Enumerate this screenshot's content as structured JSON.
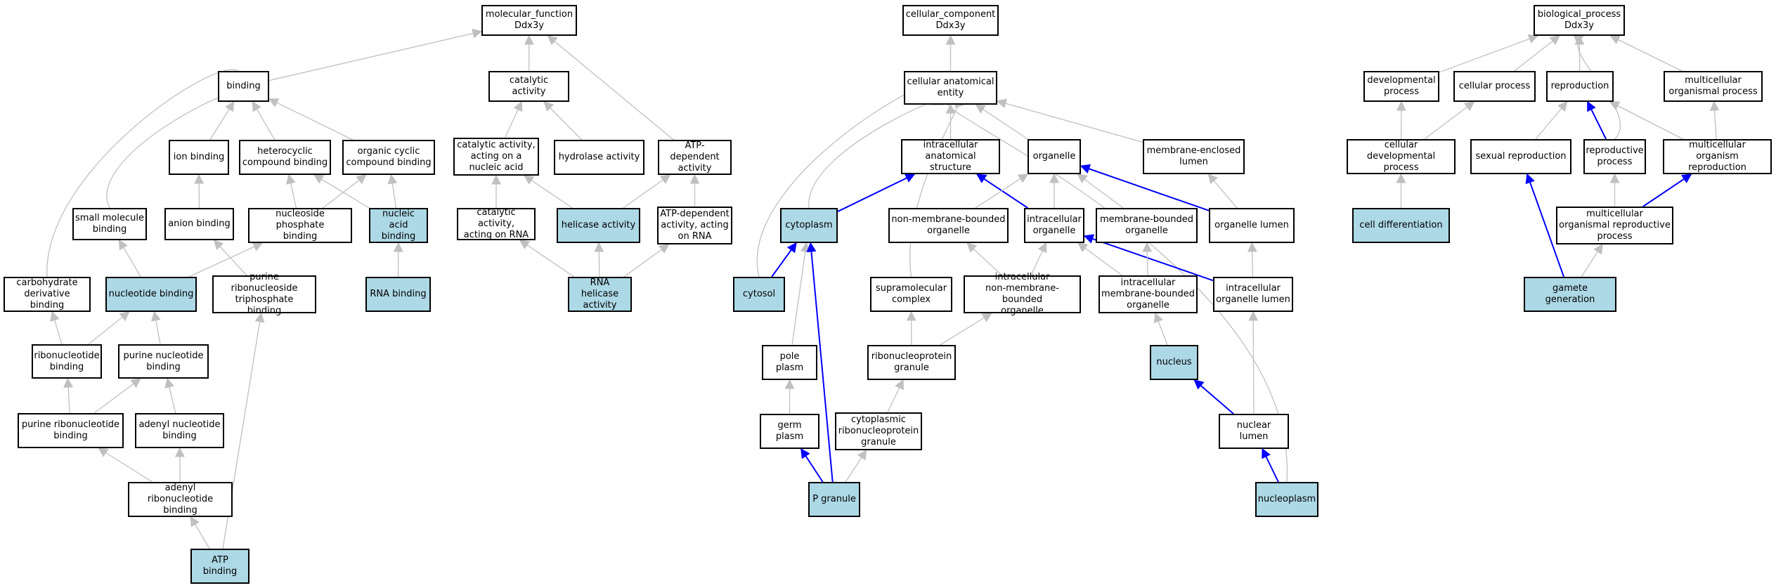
{
  "colors": {
    "highlight": "#add8e6",
    "edge": "#c0c0c0",
    "edge_highlight": "#0000ff",
    "border": "#000000"
  },
  "nodes": {
    "mf_root": "molecular_function\nDdx3y",
    "binding": "binding",
    "catalytic_activity": "catalytic activity",
    "ion_binding": "ion binding",
    "heterocyclic_compound_binding": "heterocyclic\ncompound binding",
    "organic_cyclic_compound_binding": "organic cyclic\ncompound binding",
    "catalytic_nucleic_acid": "catalytic activity,\nacting on a\nnucleic acid",
    "hydrolase_activity": "hydrolase activity",
    "atp_dependent_activity": "ATP-dependent\nactivity",
    "small_molecule_binding": "small molecule\nbinding",
    "anion_binding": "anion binding",
    "nucleoside_phosphate_binding": "nucleoside phosphate\nbinding",
    "nucleic_acid_binding": "nucleic acid\nbinding",
    "catalytic_rna": "catalytic activity,\nacting on RNA",
    "helicase_activity": "helicase activity",
    "atp_dependent_rna": "ATP-dependent\nactivity, acting\non RNA",
    "carbohydrate_derivative_binding": "carbohydrate\nderivative binding",
    "nucleotide_binding": "nucleotide binding",
    "purine_ribonucleoside_triphosphate_binding": "purine ribonucleoside\ntriphosphate\nbinding",
    "rna_binding": "RNA binding",
    "rna_helicase_activity": "RNA helicase\nactivity",
    "ribonucleotide_binding": "ribonucleotide\nbinding",
    "purine_nucleotide_binding": "purine nucleotide\nbinding",
    "purine_ribonucleotide_binding": "purine ribonucleotide\nbinding",
    "adenyl_nucleotide_binding": "adenyl nucleotide\nbinding",
    "adenyl_ribonucleotide_binding": "adenyl ribonucleotide\nbinding",
    "atp_binding": "ATP binding",
    "cc_root": "cellular_component\nDdx3y",
    "cellular_anatomical_entity": "cellular anatomical\nentity",
    "intracellular_anatomical_structure": "intracellular\nanatomical structure",
    "organelle": "organelle",
    "membrane_enclosed_lumen": "membrane-enclosed\nlumen",
    "cytoplasm": "cytoplasm",
    "non_membrane_bounded_organelle": "non-membrane-bounded\norganelle",
    "intracellular_organelle": "intracellular\norganelle",
    "membrane_bounded_organelle": "membrane-bounded\norganelle",
    "organelle_lumen": "organelle lumen",
    "cytosol": "cytosol",
    "supramolecular_complex": "supramolecular\ncomplex",
    "intracellular_non_membrane_bounded_organelle": "intracellular\nnon-membrane-bounded\norganelle",
    "intracellular_membrane_bounded_organelle": "intracellular\nmembrane-bounded\norganelle",
    "intracellular_organelle_lumen": "intracellular\norganelle lumen",
    "pole_plasm": "pole plasm",
    "ribonucleoprotein_granule": "ribonucleoprotein\ngranule",
    "nucleus": "nucleus",
    "germ_plasm": "germ plasm",
    "cytoplasmic_ribonucleoprotein_granule": "cytoplasmic\nribonucleoprotein\ngranule",
    "nuclear_lumen": "nuclear lumen",
    "p_granule": "P granule",
    "nucleoplasm": "nucleoplasm",
    "bp_root": "biological_process\nDdx3y",
    "developmental_process": "developmental\nprocess",
    "cellular_process": "cellular process",
    "reproduction": "reproduction",
    "multicellular_organismal_process": "multicellular\norganismal process",
    "cellular_developmental_process": "cellular developmental\nprocess",
    "sexual_reproduction": "sexual reproduction",
    "reproductive_process": "reproductive\nprocess",
    "multicellular_organism_reproduction": "multicellular\norganism reproduction",
    "multicellular_organismal_reproductive_process": "multicellular\norganismal reproductive\nprocess",
    "cell_differentiation": "cell differentiation",
    "gamete_generation": "gamete generation"
  }
}
